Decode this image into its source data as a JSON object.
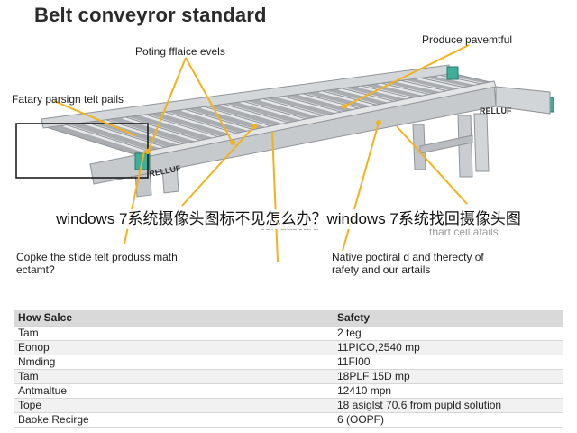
{
  "title": "Belt conveyror standard",
  "callouts": {
    "top_left": "Poting fflaice evels",
    "top_right": "Produce pavemtful",
    "left": "Fatary parsign telt pails",
    "mid_faded": "sun aascard",
    "right_faded": "thart cell atails",
    "bottom_left": "Copke the stide telt produss math ectamt?",
    "bottom_right": "Native poctiral d and therecty of rafety and our artails"
  },
  "labels": {
    "brand_front": "RELLUF",
    "brand_back": "RELLUF"
  },
  "banner": "windows 7系统摄像头图标不见怎么办？windows 7系统找回摄像头图",
  "table": {
    "headers": [
      "How Salce",
      "Safety"
    ],
    "rows": [
      [
        "Tam",
        "2 teg"
      ],
      [
        "Eonop",
        "11PICO,2540 mp"
      ],
      [
        "Nmding",
        "11FI00"
      ],
      [
        "Tam",
        "18PLF 15D mp"
      ],
      [
        "Antmaltue",
        "12410 mpn"
      ],
      [
        "Tope",
        "18 asiglst 70.6 from pupld solution"
      ],
      [
        "Baoke Recirge",
        "6 (OOPF)"
      ]
    ]
  },
  "colors": {
    "frame": "#c8cbcf",
    "frame_dark": "#8f9499",
    "belt": "#a9adb2",
    "bracket": "#3fae9a",
    "leader": "#f2b21e"
  }
}
